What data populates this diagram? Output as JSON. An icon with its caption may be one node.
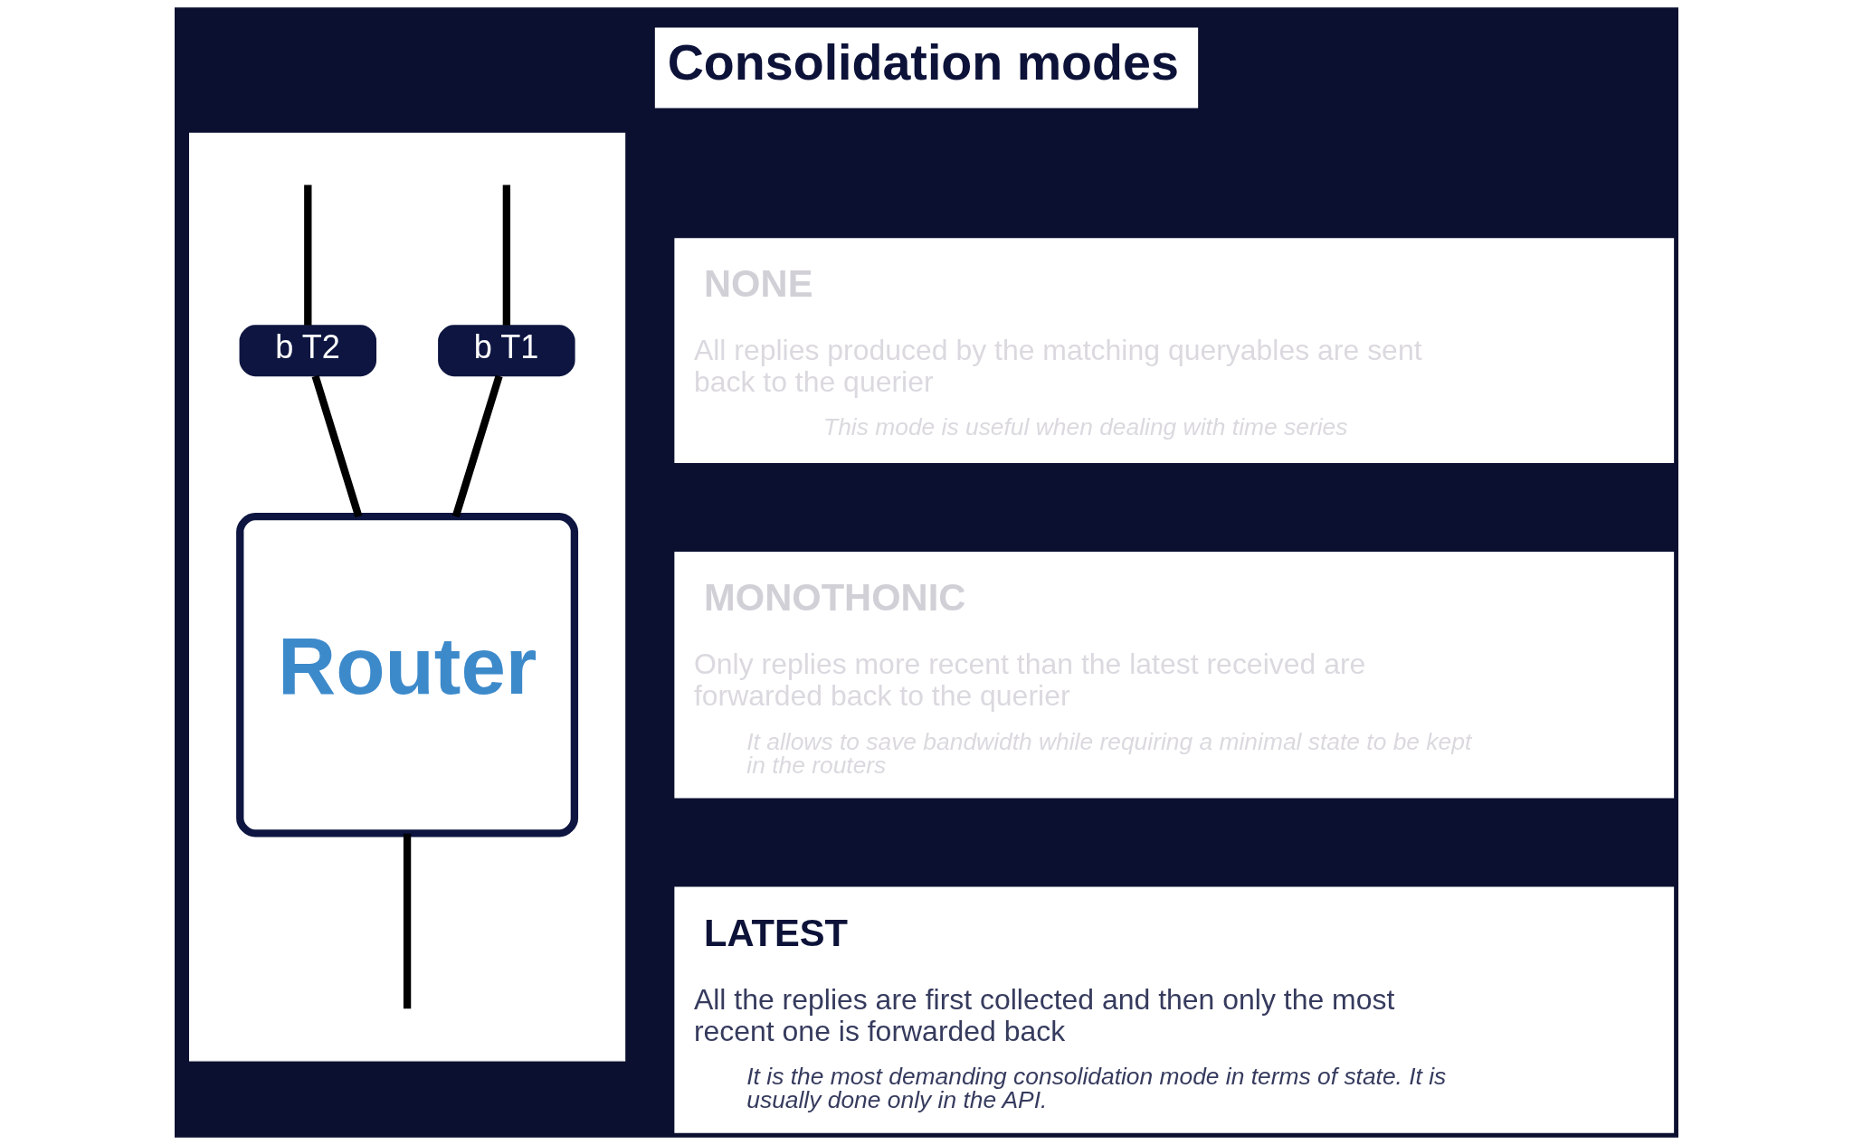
{
  "diagram": {
    "title": "Consolidation modes",
    "nodes": [
      {
        "text": [],
        "shape": "box"
      },
      {
        "text": [
          "b T2"
        ],
        "in": 0
      },
      {
        "text": [
          "b T1"
        ],
        "in": 0
      },
      {
        "text": [
          "Router"
        ],
        "in": 0
      },
      {
        "text": [
          "NONE",
          "All replies produced by the matching queryables are sent back to the querier",
          "This mode is useful when dealing with time series"
        ]
      },
      {
        "text": [
          "MONOTHONIC",
          "Only replies more recent than the latest received are forwarded back to the querier",
          "It allows to save bandwidth while requiring a minimal state to be kept in the routers"
        ]
      },
      {
        "text": [
          "LATEST",
          "All the replies are first collected and then only the most recent one is forwarded back",
          "It is the most demanding consolidation mode in terms of state. It is usually done only in the API."
        ]
      }
    ],
    "edges": [
      {
        "from": null,
        "to": 1,
        "arrow": "none"
      },
      {
        "from": null,
        "to": 2,
        "arrow": "none"
      },
      {
        "from": 1,
        "to": 3,
        "arrow": "none"
      },
      {
        "from": 2,
        "to": 3,
        "arrow": "none"
      },
      {
        "from": 3,
        "to": null,
        "arrow": "none"
      }
    ]
  }
}
